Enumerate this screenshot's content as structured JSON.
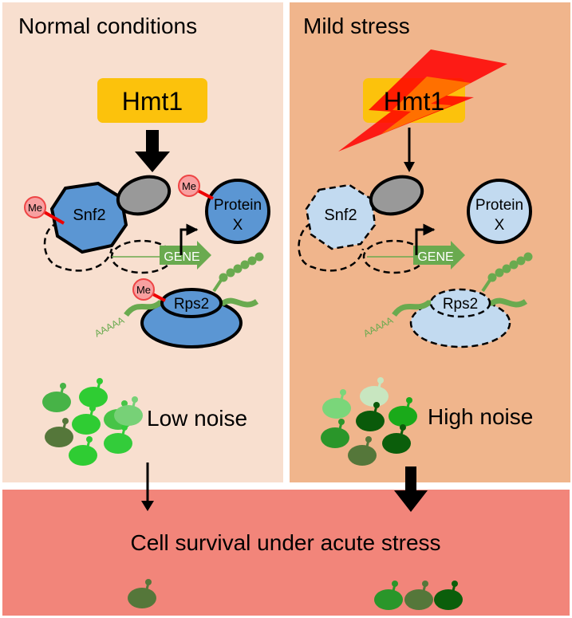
{
  "panels": {
    "normal": {
      "title": "Normal conditions",
      "enzyme": "Hmt1",
      "me_label": "Me",
      "snf2": "Snf2",
      "protein_line1": "Protein",
      "protein_line2": "X",
      "gene": "GENE",
      "rps2": "Rps2",
      "polya": "AAAAA",
      "noise": "Low noise"
    },
    "stress": {
      "title": "Mild stress",
      "enzyme": "Hmt1",
      "snf2": "Snf2",
      "protein_line1": "Protein",
      "protein_line2": "X",
      "gene": "GENE",
      "rps2": "Rps2",
      "polya": "AAAAA",
      "noise": "High noise"
    }
  },
  "bottom": {
    "title": "Cell survival under acute stress"
  },
  "colors": {
    "normal_bg": "#f8dfcf",
    "stress_bg": "#f0b58c",
    "bottom_bg": "#f2857a",
    "hmt1_box": "#fcc20c",
    "protein_blue": "#5b96d3",
    "protein_light": "#c2daf0",
    "methyl_red": "#f26666",
    "gene_green": "#6aaa4f",
    "bolt_red": "#ff0000",
    "bolt_orange": "#ff7a00"
  }
}
